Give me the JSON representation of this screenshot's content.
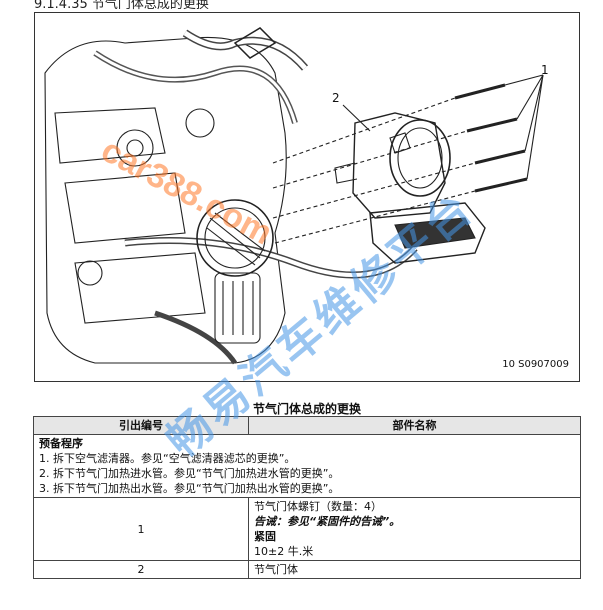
{
  "section": {
    "heading": "9.1.4.35 节气门体总成的更换"
  },
  "figure": {
    "callout_1": "1",
    "callout_2": "2",
    "figure_id": "10 S0907009"
  },
  "watermarks": {
    "site": "car388.com",
    "platform": "畅易汽车维修平台"
  },
  "table": {
    "title": "节气门体总成的更换",
    "headers": {
      "callout": "引出编号",
      "part": "部件名称"
    },
    "preliminary": {
      "heading": "预备程序",
      "steps": [
        "1. 拆下空气滤清器。参见“空气滤清器滤芯的更换”。",
        "2. 拆下节气门加热进水管。参见“节气门加热进水管的更换”。",
        "3. 拆下节气门加热出水管。参见“节气门加热出水管的更换”。"
      ]
    },
    "rows": [
      {
        "callout": "1",
        "part": "节气门体螺钉（数量：4）",
        "caution": "告诫：参见“紧固件的告诫”。",
        "tighten_label": "紧固",
        "torque": "10±2 牛.米"
      },
      {
        "callout": "2",
        "part": "节气门体"
      }
    ]
  }
}
